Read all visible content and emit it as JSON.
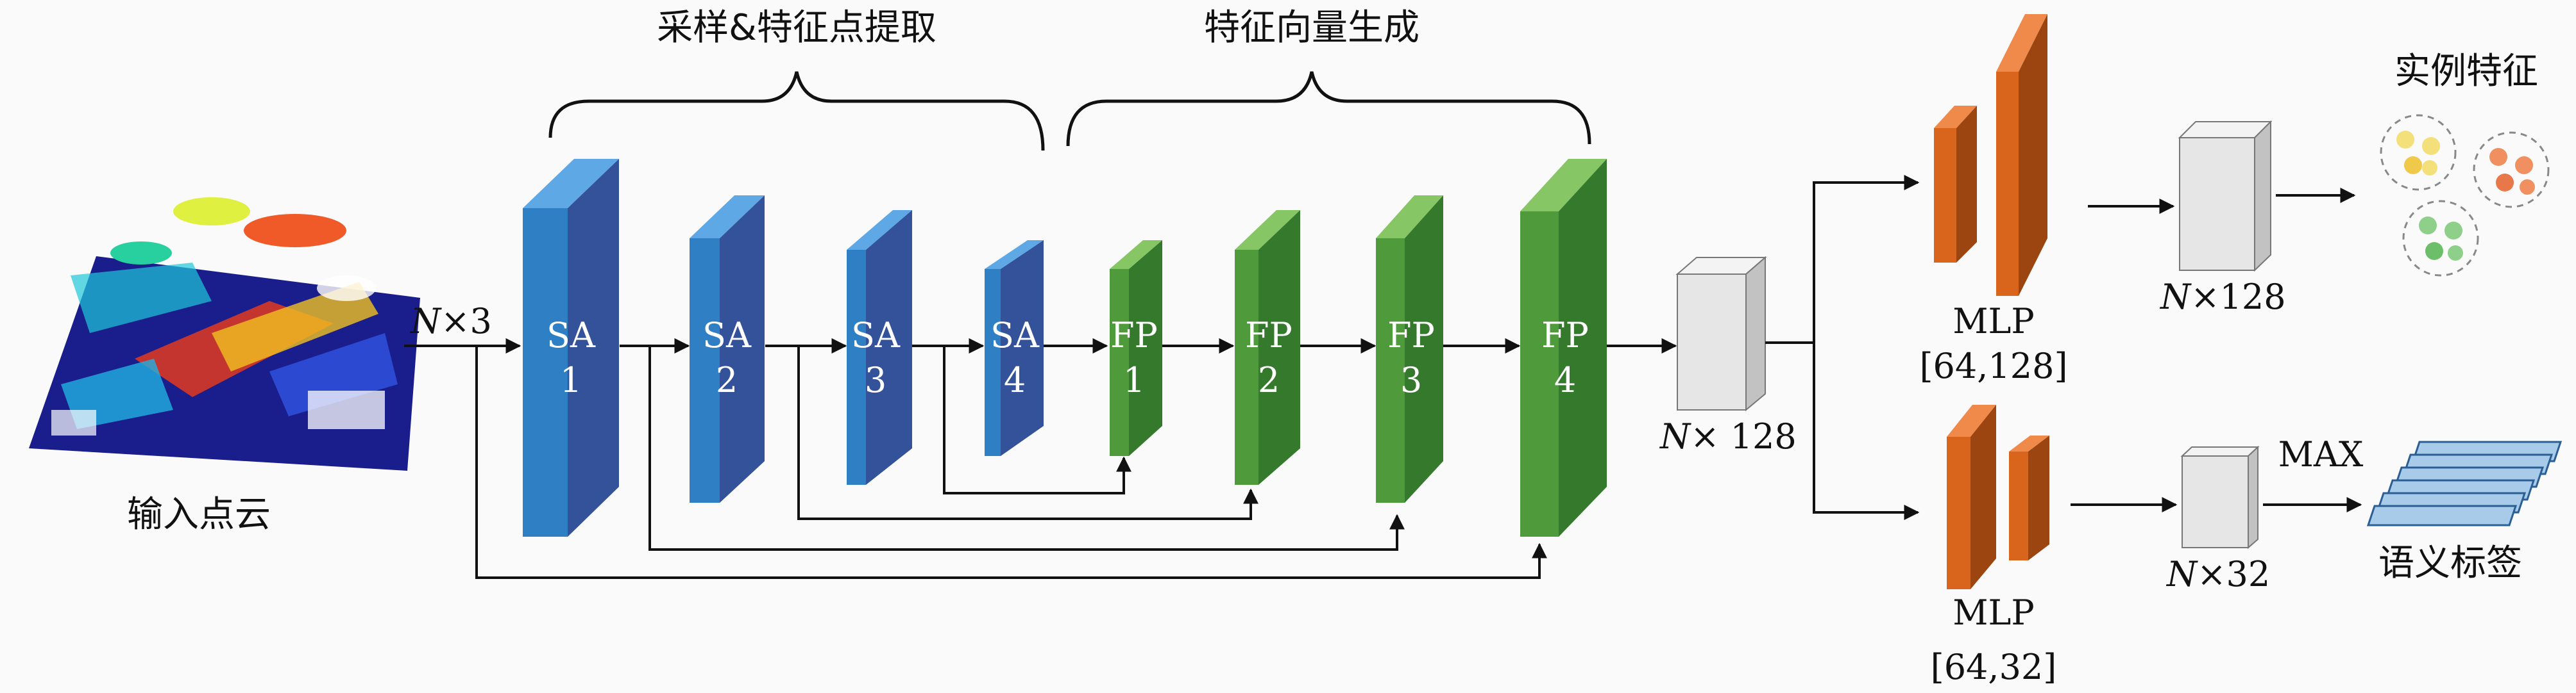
{
  "headers": {
    "sampling": "采样&特征点提取",
    "feature_gen": "特征向量生成"
  },
  "input": {
    "caption": "输入点云",
    "dim_N": "N",
    "dim_rest": "×3"
  },
  "sa_blocks": [
    {
      "name": "SA",
      "index": "1"
    },
    {
      "name": "SA",
      "index": "2"
    },
    {
      "name": "SA",
      "index": "3"
    },
    {
      "name": "SA",
      "index": "4"
    }
  ],
  "fp_blocks": [
    {
      "name": "FP",
      "index": "1"
    },
    {
      "name": "FP",
      "index": "2"
    },
    {
      "name": "FP",
      "index": "3"
    },
    {
      "name": "FP",
      "index": "4"
    }
  ],
  "feature": {
    "dim_N": "N",
    "dim_rest": "× 128"
  },
  "instance_branch": {
    "mlp_label": "MLP",
    "mlp_dims": "[64,128]",
    "out_N": "N",
    "out_rest": "×128",
    "result_label": "实例特征"
  },
  "semantic_branch": {
    "mlp_label": "MLP",
    "mlp_dims": "[64,32]",
    "out_N": "N",
    "out_rest": "×32",
    "op_label": "MAX",
    "result_label": "语义标签"
  },
  "colors": {
    "sa_front": "#2f7fc4",
    "sa_side": "#34529a",
    "sa_top": "#5fa8e6",
    "fp_front": "#4f9a3a",
    "fp_side": "#357a2c",
    "fp_top": "#86c665",
    "mlp_front": "#d9641b",
    "mlp_side": "#9c4510",
    "mlp_top": "#ef8a4a",
    "gray_front": "#e6e6e6",
    "gray_side": "#c2c2c2",
    "gray_top": "#f3f3f3",
    "label_block": "#a8cbe9"
  }
}
